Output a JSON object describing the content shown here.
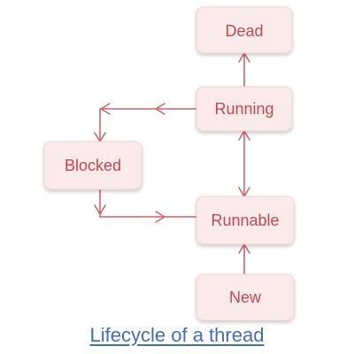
{
  "diagram": {
    "states": {
      "dead": "Dead",
      "running": "Running",
      "blocked": "Blocked",
      "runnable": "Runnable",
      "new": "New"
    },
    "caption": "Lifecycle of a thread"
  },
  "colors": {
    "box_fill": "#fbeaea",
    "text": "#c0484f",
    "arrow": "#d0666c",
    "caption": "#3f6fb6"
  }
}
